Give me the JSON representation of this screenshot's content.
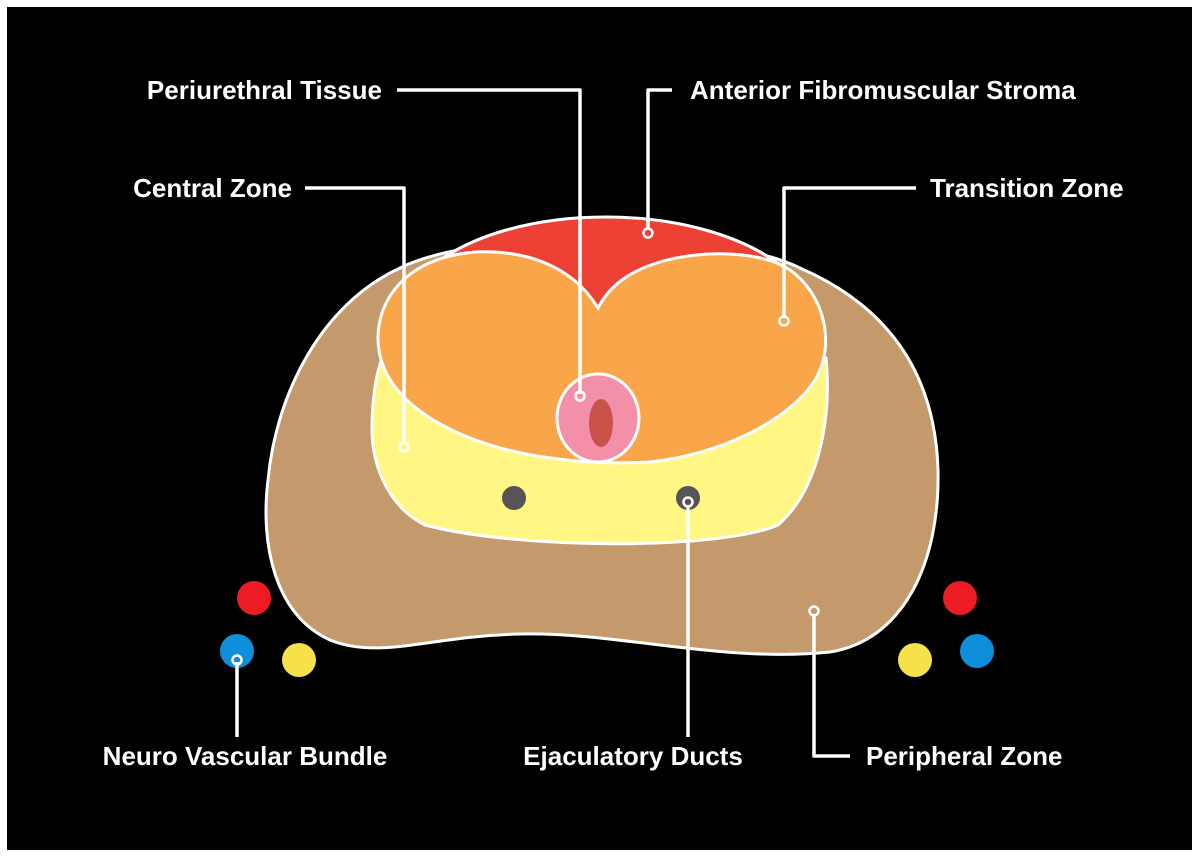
{
  "labels": {
    "periurethral_tissue": "Periurethral Tissue",
    "anterior_fibromuscular_stroma": "Anterior Fibromuscular Stroma",
    "central_zone": "Central Zone",
    "transition_zone": "Transition Zone",
    "neuro_vascular_bundle": "Neuro Vascular Bundle",
    "ejaculatory_ducts": "Ejaculatory Ducts",
    "peripheral_zone": "Peripheral Zone"
  },
  "colors": {
    "background": "#000000",
    "outline": "#ffffff",
    "peripheral_zone": "#c49a6c",
    "central_zone": "#fff683",
    "transition_zone": "#f9a64a",
    "anterior_fibromuscular_stroma": "#ee4136",
    "periurethral_tissue": "#f48fa8",
    "urethra": "#c9534a",
    "ejaculatory_ducts": "#555555",
    "nvb_red": "#ed1c24",
    "nvb_blue": "#0f8fdb",
    "nvb_yellow": "#f5e24a"
  }
}
